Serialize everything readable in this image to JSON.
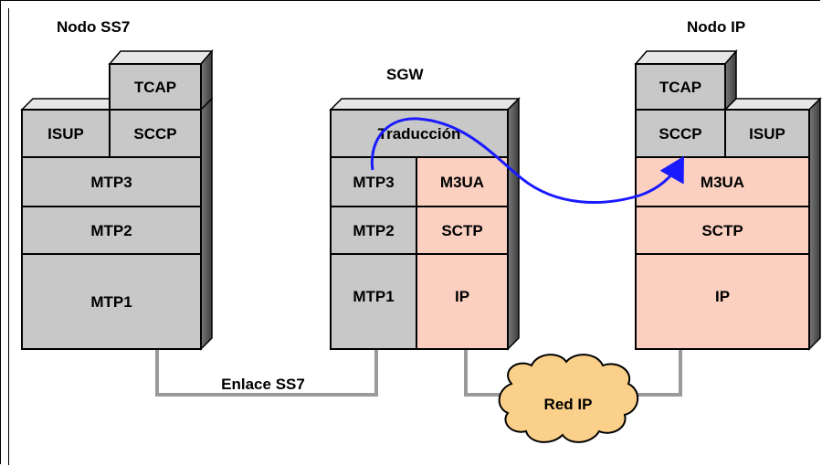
{
  "titles": {
    "ss7_node": "Nodo SS7",
    "sgw": "SGW",
    "ip_node": "Nodo IP"
  },
  "colors": {
    "ss7_fill": "#c8c8c8",
    "ip_fill": "#fbd0c0",
    "side_dark": "#5a5a5a",
    "top_light": "#e6e6e6",
    "cloud_fill": "#fbd08a",
    "arrow": "#1a1aff",
    "link": "#9a9a9a"
  },
  "ss7_node": {
    "tcap": "TCAP",
    "isup": "ISUP",
    "sccp": "SCCP",
    "mtp3": "MTP3",
    "mtp2": "MTP2",
    "mtp1": "MTP1"
  },
  "sgw": {
    "translation": "Traducción",
    "mtp3": "MTP3",
    "m3ua": "M3UA",
    "mtp2": "MTP2",
    "sctp": "SCTP",
    "mtp1": "MTP1",
    "ip": "IP"
  },
  "ip_node": {
    "tcap": "TCAP",
    "sccp": "SCCP",
    "isup": "ISUP",
    "m3ua": "M3UA",
    "sctp": "SCTP",
    "ip": "IP"
  },
  "links": {
    "ss7_link": "Enlace SS7",
    "ip_network": "Red IP"
  }
}
